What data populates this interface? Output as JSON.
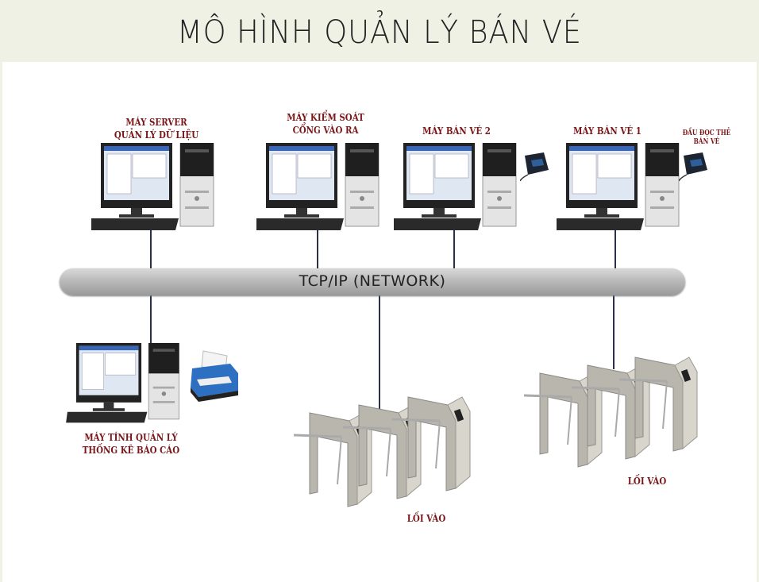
{
  "title": "MÔ HÌNH QUẢN LÝ BÁN VÉ",
  "nodes": {
    "server": "MÁY SERVER\nQUẢN LÝ DỮ LIỆU",
    "server_l1": "MÁY SERVER",
    "server_l2": "QUẢN LÝ DỮ LIỆU",
    "gate_l1": "MÁY KIỂM SOÁT",
    "gate_l2": "CỔNG VÀO RA",
    "ticket2": "MÁY BÁN VÉ 2",
    "ticket1": "MÁY BÁN VÉ 1",
    "reader_l1": "ĐẦU ĐỌC THẺ",
    "reader_l2": "BÁN VÉ",
    "report_l1": "MÁY TÍNH QUẢN LÝ",
    "report_l2": "THỐNG KÊ BÁO CÁO",
    "entrance1": "LỐI VÀO",
    "entrance2": "LỐI VÀO"
  },
  "network": "TCP/IP (NETWORK)"
}
